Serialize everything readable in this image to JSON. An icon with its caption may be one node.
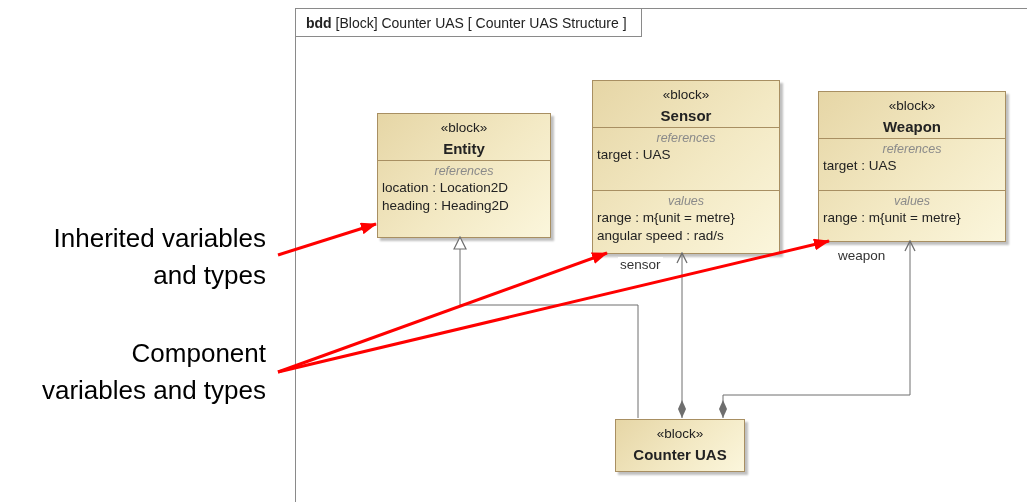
{
  "diagram": {
    "nodes": [
      {
        "text": [
          "**bdd** [Block] Counter UAS [ Counter UAS Structure ]"
        ]
      },
      {
        "text": [
          "«block»",
          "Entity",
          "references",
          "location : Location2D",
          "heading : Heading2D"
        ],
        "in": 0
      },
      {
        "text": [
          "«block»",
          "Sensor",
          "references",
          "target : UAS",
          "values",
          "range : m{unit = metre}",
          "angular speed : rad/s"
        ],
        "in": 0
      },
      {
        "text": [
          "«block»",
          "Weapon",
          "references",
          "target : UAS",
          "values",
          "range : m{unit = metre}"
        ],
        "in": 0
      },
      {
        "text": [
          "«block»",
          "Counter UAS"
        ],
        "in": 0
      },
      {
        "text": [
          "Inherited variables and types"
        ]
      },
      {
        "text": [
          "Component variables and types"
        ]
      }
    ],
    "edges": [
      {
        "from": 5,
        "to": 1,
        "arrow": "to",
        "style": "thick",
        "color": "#ff0000"
      },
      {
        "from": 4,
        "to": 1,
        "arrow": "to",
        "color": "#6e6e6e"
      },
      {
        "from": 4,
        "to": 2,
        "arrow": "to",
        "label": "sensor",
        "color": "#6e6e6e"
      },
      {
        "from": 4,
        "to": 3,
        "arrow": "to",
        "label": "weapon",
        "color": "#6e6e6e"
      },
      {
        "from": 6,
        "to": 2,
        "arrow": "to",
        "style": "thick",
        "color": "#ff0000"
      },
      {
        "from": 6,
        "to": 3,
        "arrow": "to",
        "style": "thick",
        "color": "#ff0000"
      }
    ]
  }
}
